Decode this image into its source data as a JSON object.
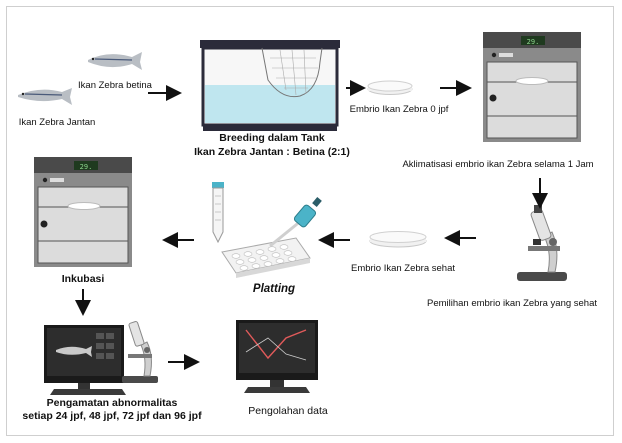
{
  "labels": {
    "female_fish": "Ikan Zebra betina",
    "male_fish": "Ikan Zebra Jantan",
    "breeding_line1": "Breeding dalam Tank",
    "breeding_line2": "Ikan Zebra Jantan : Betina (2:1)",
    "embryo_0": "Embrio Ikan Zebra 0 jpf",
    "acclimation": "Aklimatisasi embrio ikan Zebra selama 1 Jam",
    "healthy_selection": "Pemilihan embrio ikan Zebra yang sehat",
    "healthy_embryo": "Embrio Ikan Zebra sehat",
    "plating": "Platting",
    "incubation": "Inkubasi",
    "observation_line1": "Pengamatan abnormalitas",
    "observation_line2": "setiap 24 jpf, 48 jpf, 72 jpf dan 96 jpf",
    "data_processing": "Pengolahan data"
  },
  "incubator_display": "29.",
  "colors": {
    "incubator_body": "#7a7a7a",
    "incubator_dark": "#4a4a4a",
    "display_green": "#8bd48b",
    "water": "#bfe6ef",
    "tube_cap": "#4bb3c8",
    "arrow": "#111111"
  }
}
